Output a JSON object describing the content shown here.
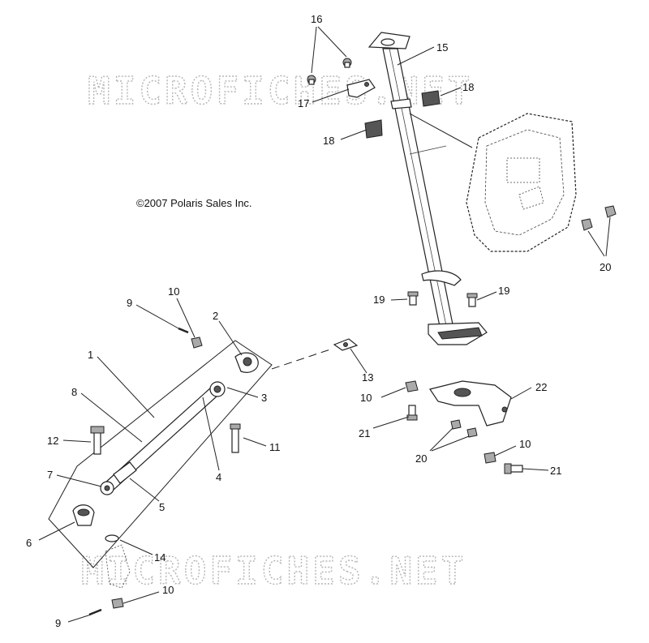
{
  "copyright": "©2007 Polaris Sales Inc.",
  "watermark_top": "MICROFICHES.NET",
  "watermark_bottom": "MICROFICHES.NET",
  "labels": {
    "l16": "16",
    "l15": "15",
    "l17": "17",
    "l18a": "18",
    "l18b": "18",
    "l20a": "20",
    "l19a": "19",
    "l19b": "19",
    "l9a": "9",
    "l10a": "10",
    "l2": "2",
    "l1": "1",
    "l8": "8",
    "l3": "3",
    "l13": "13",
    "l10b": "10",
    "l22": "22",
    "l12": "12",
    "l21a": "21",
    "l11": "11",
    "l4": "4",
    "l7": "7",
    "l5": "5",
    "l20b": "20",
    "l10c": "10",
    "l21b": "21",
    "l6": "6",
    "l14": "14",
    "l10d": "10",
    "l9b": "9"
  }
}
